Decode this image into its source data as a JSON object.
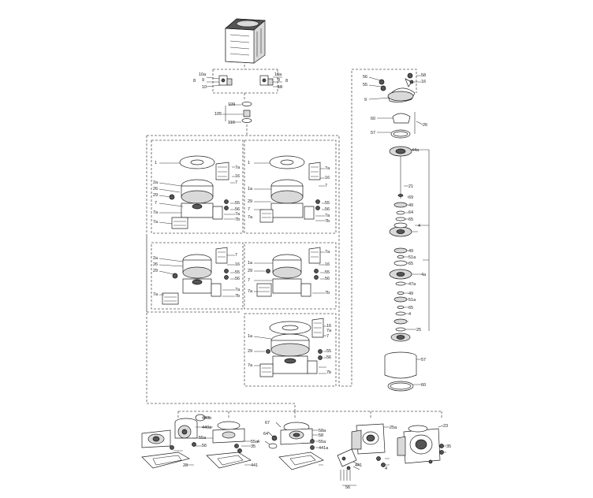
{
  "labels": {
    "motor": [
      "10a",
      "9",
      "10",
      "10a",
      "9",
      "10",
      "8",
      "8"
    ],
    "adapter": [
      "109",
      "105",
      "110"
    ],
    "head": [
      "56",
      "55",
      "58",
      "9",
      "16"
    ],
    "column": [
      "60",
      "57",
      "26",
      "44a",
      "21",
      "69",
      "49",
      "64",
      "65",
      "4",
      "49",
      "51a",
      "65",
      "4a",
      "47a",
      "49",
      "51a",
      "65",
      "4",
      "25",
      "57",
      "60"
    ],
    "panelA": [
      "1",
      "7a",
      "16",
      "7",
      "2a",
      "26",
      "29",
      "7",
      "7a",
      "55",
      "56",
      "7a",
      "7a",
      "7b"
    ],
    "panelB": [
      "1",
      "7a",
      "16",
      "7",
      "1a",
      "29",
      "7",
      "7a",
      "55",
      "56",
      "7a",
      "7b"
    ],
    "panelC": [
      "2a",
      "26",
      "29",
      "16",
      "7",
      "7a",
      "55",
      "56",
      "7a",
      "7b"
    ],
    "panelD": [
      "7a",
      "1a",
      "29",
      "16",
      "7",
      "55",
      "56",
      "7a",
      "7b"
    ],
    "panelE": [
      "1a",
      "29",
      "16",
      "7a",
      "7",
      "55",
      "56",
      "7a",
      "7b"
    ],
    "bottom": [
      "440b",
      "440a",
      "55a",
      "56",
      "23",
      "55a",
      "35",
      "441",
      "67",
      "64",
      "4",
      "58a",
      "58",
      "55a",
      "441a",
      "441",
      "56",
      "4",
      "25a",
      "23",
      "35"
    ]
  }
}
